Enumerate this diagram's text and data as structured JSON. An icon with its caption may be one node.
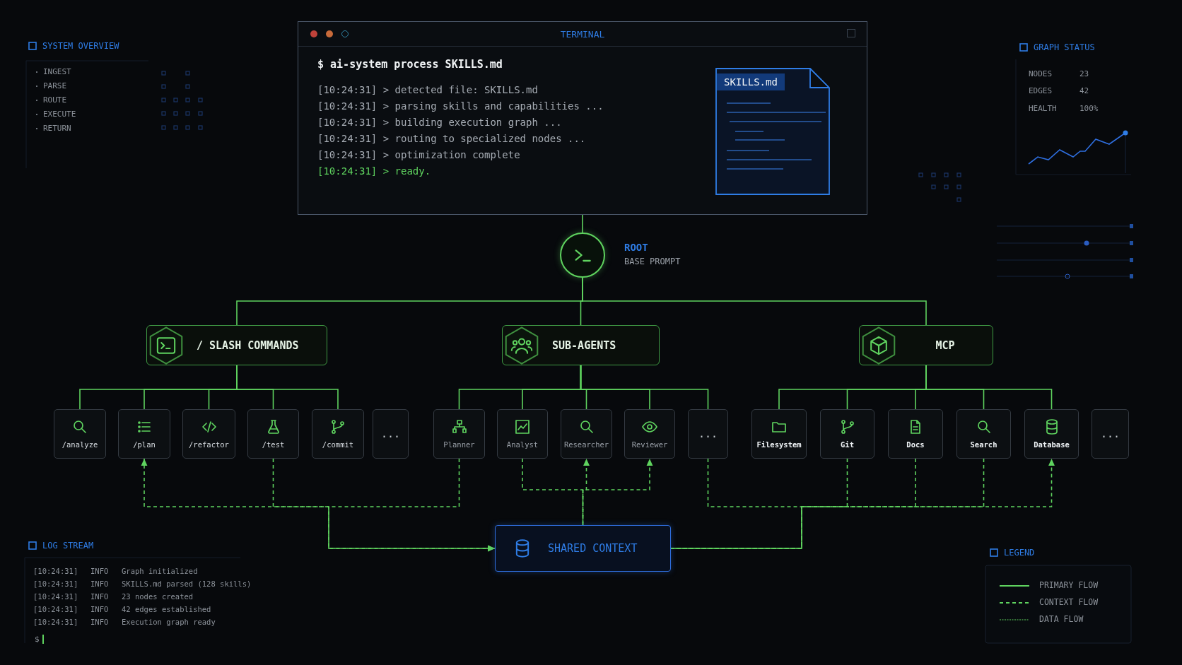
{
  "diagram": {
    "nodes": [
      {
        "text": [
          "TERMINAL",
          "$ ai-system process SKILLS.md",
          "[10:24:31] > detected file: SKILLS.md",
          "[10:24:31] > parsing skills and capabilities ...",
          "[10:24:31] > building execution graph ...",
          "[10:24:31] > routing to specialized nodes ...",
          "[10:24:31] > optimization complete",
          "[10:24:31] > ready."
        ]
      },
      {
        "text": [
          "SKILLS.md"
        ],
        "in": 0
      },
      {
        "text": [],
        "shape": "circle",
        "beside": [
          "ROOT",
          "BASE PROMPT"
        ]
      },
      {
        "text": [
          "/ SLASH COMMANDS"
        ]
      },
      {
        "text": [
          "SUB-AGENTS"
        ]
      },
      {
        "text": [
          "MCP"
        ]
      },
      {
        "text": [
          "/analyze"
        ]
      },
      {
        "text": [
          "/plan"
        ]
      },
      {
        "text": [
          "/refactor"
        ]
      },
      {
        "text": [
          "/test"
        ]
      },
      {
        "text": [
          "/commit"
        ]
      },
      {
        "text": [
          "..."
        ]
      },
      {
        "text": [
          "Planner"
        ]
      },
      {
        "text": [
          "Analyst"
        ]
      },
      {
        "text": [
          "Researcher"
        ]
      },
      {
        "text": [
          "Reviewer"
        ]
      },
      {
        "text": [
          "..."
        ]
      },
      {
        "text": [
          "Filesystem"
        ]
      },
      {
        "text": [
          "Git"
        ]
      },
      {
        "text": [
          "Docs"
        ]
      },
      {
        "text": [
          "Search"
        ]
      },
      {
        "text": [
          "Database"
        ]
      },
      {
        "text": [
          "..."
        ]
      },
      {
        "text": [
          "SHARED CONTEXT"
        ]
      }
    ],
    "edges": [
      {
        "from": 0,
        "to": 2,
        "arrow": "none"
      },
      {
        "from": 2,
        "to": 3,
        "arrow": "none"
      },
      {
        "from": 2,
        "to": 4,
        "arrow": "none"
      },
      {
        "from": 2,
        "to": 5,
        "arrow": "none"
      },
      {
        "from": 3,
        "to": 6,
        "arrow": "none"
      },
      {
        "from": 3,
        "to": 7,
        "arrow": "none"
      },
      {
        "from": 3,
        "to": 8,
        "arrow": "none"
      },
      {
        "from": 3,
        "to": 9,
        "arrow": "none"
      },
      {
        "from": 3,
        "to": 10,
        "arrow": "none"
      },
      {
        "from": 4,
        "to": 12,
        "arrow": "none"
      },
      {
        "from": 4,
        "to": 13,
        "arrow": "none"
      },
      {
        "from": 4,
        "to": 14,
        "arrow": "none"
      },
      {
        "from": 4,
        "to": 15,
        "arrow": "none"
      },
      {
        "from": 4,
        "to": 16,
        "arrow": "none"
      },
      {
        "from": 5,
        "to": 17,
        "arrow": "none"
      },
      {
        "from": 5,
        "to": 18,
        "arrow": "none"
      },
      {
        "from": 5,
        "to": 19,
        "arrow": "none"
      },
      {
        "from": 5,
        "to": 20,
        "arrow": "none"
      },
      {
        "from": 5,
        "to": 21,
        "arrow": "none"
      },
      {
        "from": 7,
        "to": 23,
        "arrow": "both",
        "style": "dashed"
      },
      {
        "from": 9,
        "to": 23,
        "arrow": "to",
        "style": "dashed"
      },
      {
        "from": 12,
        "to": 23,
        "arrow": "none",
        "style": "dashed"
      },
      {
        "from": 13,
        "to": 23,
        "arrow": "none",
        "style": "dashed"
      },
      {
        "from": 23,
        "to": 14,
        "arrow": "to",
        "style": "dashed"
      },
      {
        "from": 23,
        "to": 15,
        "arrow": "to",
        "style": "dashed"
      },
      {
        "from": 16,
        "to": 23,
        "arrow": "none",
        "style": "dashed"
      },
      {
        "from": 18,
        "to": 23,
        "arrow": "none",
        "style": "dashed"
      },
      {
        "from": 19,
        "to": 23,
        "arrow": "none",
        "style": "dashed"
      },
      {
        "from": 20,
        "to": 23,
        "arrow": "none",
        "style": "dashed"
      },
      {
        "from": 23,
        "to": 21,
        "arrow": "to",
        "style": "dashed"
      }
    ],
    "labels": [
      "SYSTEM OVERVIEW",
      "INGEST",
      "PARSE",
      "ROUTE",
      "EXECUTE",
      "RETURN",
      "GRAPH STATUS",
      "NODES",
      "23",
      "EDGES",
      "42",
      "HEALTH",
      "100%",
      "LOG STREAM",
      "[10:24:31]",
      "INFO",
      "Graph initialized",
      "[10:24:31]",
      "INFO",
      "SKILLS.md parsed (128 skills)",
      "[10:24:31]",
      "INFO",
      "23 nodes created",
      "[10:24:31]",
      "INFO",
      "42 edges established",
      "[10:24:31]",
      "INFO",
      "Execution graph ready",
      "$",
      "LEGEND"
    ],
    "legend": [
      {
        "text": "PRIMARY FLOW"
      },
      {
        "text": "CONTEXT FLOW"
      },
      {
        "text": "DATA FLOW"
      }
    ]
  }
}
